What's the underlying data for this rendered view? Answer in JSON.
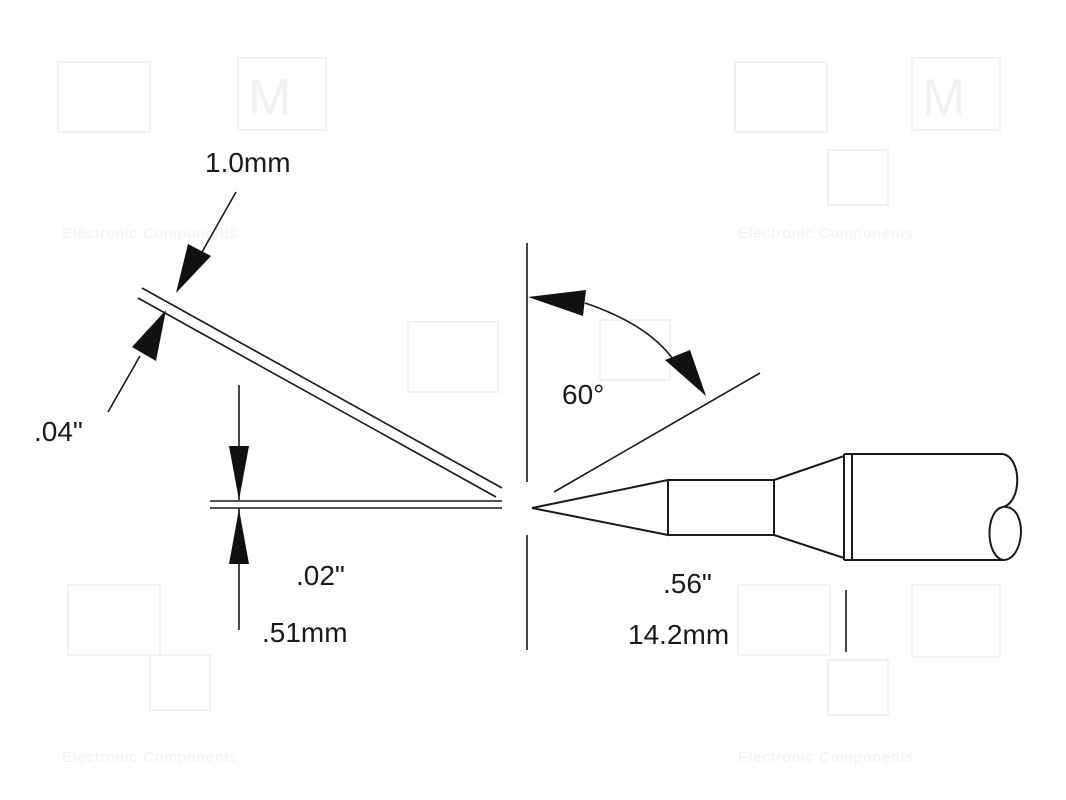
{
  "labels": {
    "blade_width_mm": "1.0mm",
    "blade_width_in": ".04\"",
    "blade_thickness_in": ".02\"",
    "blade_thickness_mm": ".51mm",
    "angle": "60°",
    "length_in": ".56\"",
    "length_mm": "14.2mm"
  },
  "watermark": {
    "caption": "Electronic Components"
  }
}
